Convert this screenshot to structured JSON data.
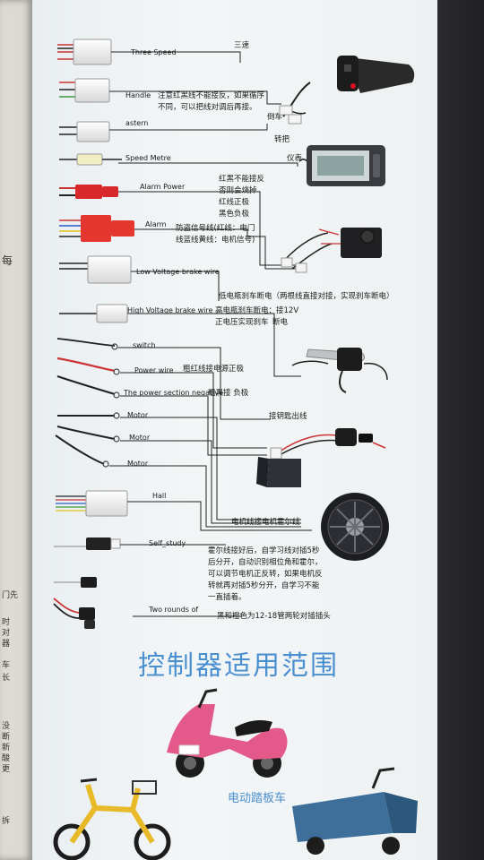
{
  "wires": {
    "three_speed": {
      "en": "Three Speed",
      "cn": "三速"
    },
    "handle": {
      "en": "Handle",
      "cn1": "注意红黑线不能接反，如果循序",
      "cn2": "不同，可以把线对调后再接。"
    },
    "astern": {
      "en": "astern",
      "cn": "倒车"
    },
    "handlebar_cn": "转把",
    "speed_metre": {
      "en": "Speed Metre",
      "cn": "仪表"
    },
    "alarm_power": {
      "en": "Alarm Power",
      "cn1": "红黑不能接反",
      "cn2": "否则会烧掉",
      "cn3": "红线正极",
      "cn4": "黑色负极"
    },
    "alarm": {
      "en": "Alarm",
      "cn1": "防盗信号线(红线：电门",
      "cn2": "线蓝线黄线：电机信号)"
    },
    "low_voltage_brake": {
      "en": "Low Voltage brake wire",
      "cn": "低电瓶刹车断电（两根线直接对接，实现刹车断电）"
    },
    "high_voltage_brake": {
      "en": "High Voltage brake wire",
      "cn1": "高电瓶刹车断电：接12V",
      "cn2": "正电压实现刹车",
      "cn3": "断电"
    },
    "switch": {
      "en": "switch"
    },
    "power_wire": {
      "en": "Power wire",
      "cn": "粗红线接电源正极"
    },
    "power_negative": {
      "en": "The power section negative",
      "cn": "粗黑接 负极"
    },
    "key_switch_cn": "接钥匙出线",
    "motor1": {
      "en": "Motor"
    },
    "motor2": {
      "en": "Motor"
    },
    "motor3": {
      "en": "Motor"
    },
    "hall": {
      "en": "Hall",
      "cn": "电机线接电机霍尔线"
    },
    "self_study": {
      "en": "Self_study",
      "cn1": "霍尔线接好后，自学习线对插5秒",
      "cn2": "后分开，自动识别相位角和霍尔，",
      "cn3": "可以调节电机正反转，如果电机反",
      "cn4": "转就再对插5秒分开，自学习不能",
      "cn5": "一直插着。"
    },
    "two_rounds": {
      "en": "Two rounds of",
      "cn": "黑和橙色为12-18管两轮对插插头"
    }
  },
  "title": "控制器适用范围",
  "scooter_label": "电动踏板车",
  "left_page_fragments": [
    "每",
    "门先",
    "时",
    "对",
    "器",
    "车",
    "长",
    "没",
    "断",
    "新",
    "酸",
    "更",
    "拆"
  ],
  "colors": {
    "accent": "#4a8fcf",
    "wire": "#222222",
    "paper": "#eef1f2"
  }
}
